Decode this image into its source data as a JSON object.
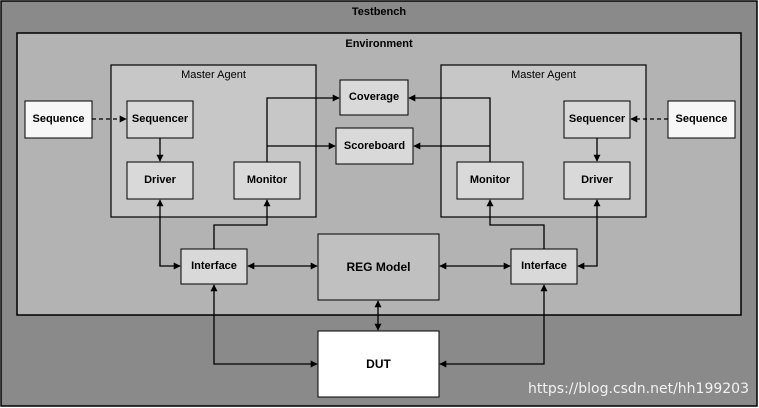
{
  "colors": {
    "testbench_bg": "#8a8a8a",
    "environment_bg": "#b3b3b3",
    "agent_bg": "#c7c7c7",
    "component_bg": "#d9d9d9",
    "reg_model_bg": "#c0c0c0",
    "external_bg": "#f7f7f7",
    "dut_bg": "#ffffff",
    "line": "#000000"
  },
  "testbench": {
    "label": "Testbench"
  },
  "environment": {
    "label": "Environment"
  },
  "left_agent": {
    "label": "Master Agent",
    "sequencer": "Sequencer",
    "driver": "Driver",
    "monitor": "Monitor"
  },
  "right_agent": {
    "label": "Master Agent",
    "sequencer": "Sequencer",
    "driver": "Driver",
    "monitor": "Monitor"
  },
  "left_sequence": "Sequence",
  "right_sequence": "Sequence",
  "coverage": "Coverage",
  "scoreboard": "Scoreboard",
  "left_interface": "Interface",
  "right_interface": "Interface",
  "reg_model": "REG Model",
  "dut": "DUT",
  "watermark": "https://blog.csdn.net/hh199203"
}
